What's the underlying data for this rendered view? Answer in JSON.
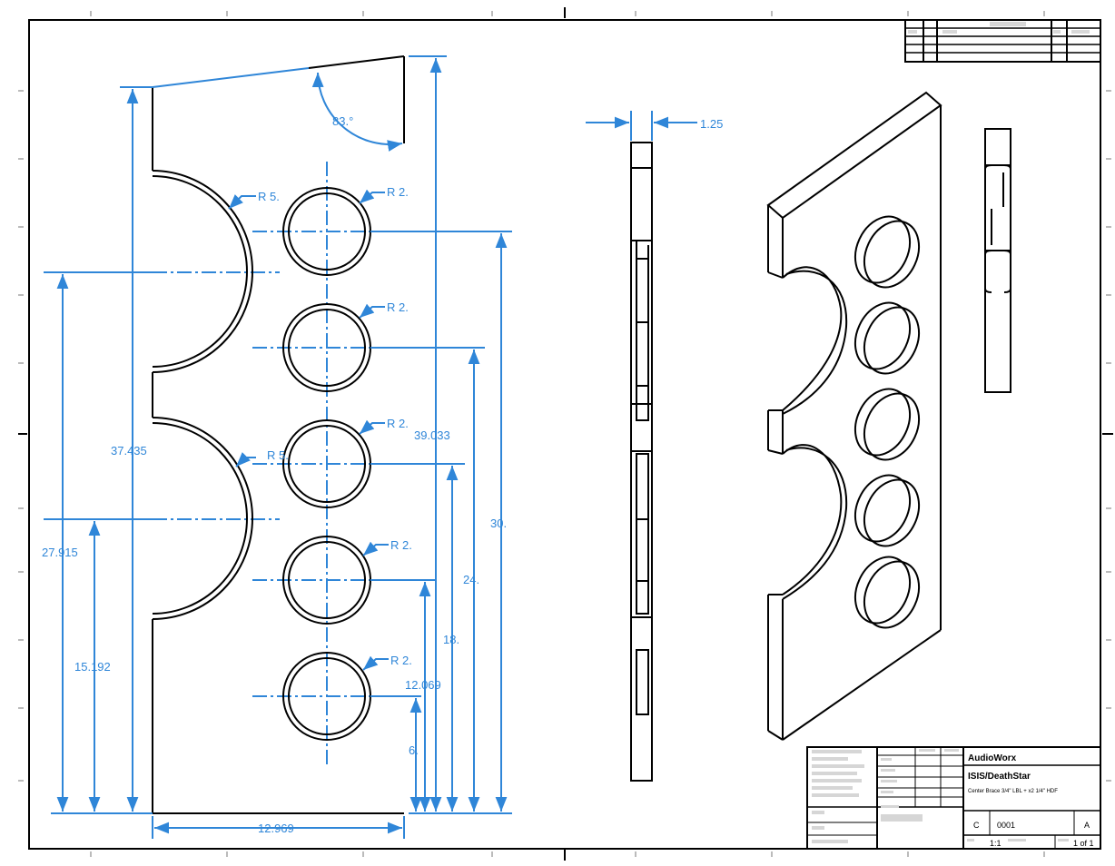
{
  "drawing": {
    "dimensions": {
      "angle": "83.°",
      "thickness": "1.25",
      "width": "12.969",
      "top_height_left": "37.435",
      "top_height_right": "39.033",
      "big_hole_upper": "27.915",
      "big_hole_lower": "15.192",
      "hole_1": "30.",
      "hole_2": "24.",
      "hole_3": "18.",
      "hole_4": "12.069",
      "hole_5": "6.",
      "radius_large_1": "R 5.",
      "radius_large_2": "R 5.",
      "radius_small_1": "R 2.",
      "radius_small_2": "R 2.",
      "radius_small_3": "R 2.",
      "radius_small_4": "R 2.",
      "radius_small_5": "R 2."
    }
  },
  "title_block": {
    "company": "AudioWorx",
    "project": "ISIS/DeathStar",
    "description": "Center Brace 3/4\" LBL + x2 1/4\" HDF",
    "size": "C",
    "dwg_no": "0001",
    "rev": "A",
    "scale": "1:1",
    "sheet": "1 of 1"
  }
}
